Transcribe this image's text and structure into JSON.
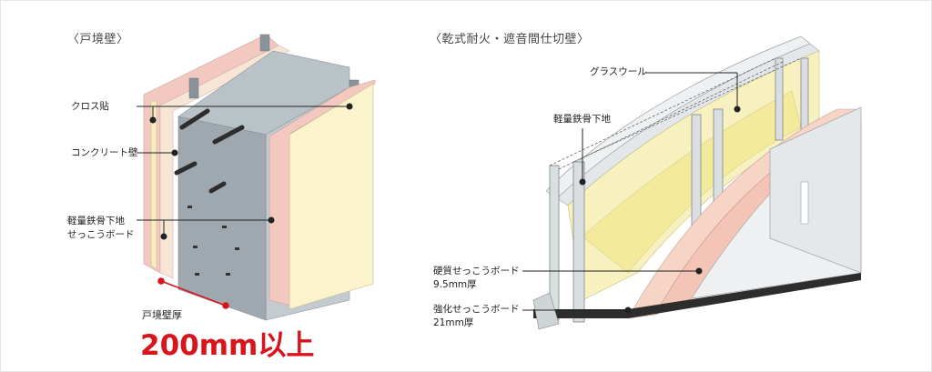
{
  "left": {
    "title": "〈戸境壁〉",
    "labels": {
      "cloth": "クロス貼",
      "concrete": "コンクリート壁",
      "frame": "軽量鉄骨下地",
      "board": "せっこうボード"
    },
    "thickness_label": "戸境壁厚",
    "thickness_value": "200mm以上"
  },
  "right": {
    "title": "〈乾式耐火・遮音間仕切壁〉",
    "labels": {
      "glasswool": "グラスウール",
      "frame": "軽量鉄骨下地",
      "hard_board": "硬質せっこうボード",
      "hard_board_thickness": "9.5mm厚",
      "strong_board": "強化せっこうボード",
      "strong_board_thickness": "21mm厚"
    }
  },
  "colors": {
    "concrete": "#a4aeb4",
    "pink": "#f4c4bd",
    "cream": "#f9f1c7",
    "yellow": "#f6ef9a",
    "accent": "#d8151c"
  }
}
